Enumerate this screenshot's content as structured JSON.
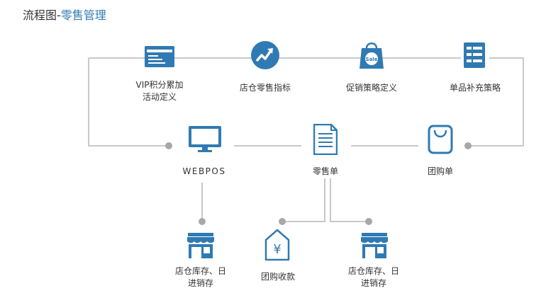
{
  "title": {
    "main": "流程图-",
    "accent": "零售管理"
  },
  "colors": {
    "line": "#c8c8c8",
    "dot": "#a8a8a8",
    "icon": "#2f7ab3",
    "accent": "#2f7ab3"
  },
  "nodes": {
    "vip": {
      "line1": "VIP积分累加",
      "line2": "活动定义",
      "icon": "card-icon"
    },
    "store_sales": {
      "label": "店仓零售指标",
      "icon": "trend-chart-icon"
    },
    "promo": {
      "label": "促销策略定义",
      "icon": "sale-bag-icon"
    },
    "replenish": {
      "label": "单品补充策略",
      "icon": "list-document-icon"
    },
    "webpos": {
      "label": "WEBPOS",
      "icon": "monitor-icon"
    },
    "retail_order": {
      "label": "零售单",
      "icon": "document-icon"
    },
    "group_order": {
      "label": "团购单",
      "icon": "shopping-bag-icon"
    },
    "inventory_a": {
      "line1": "店仓库存、日",
      "line2": "进销存",
      "icon": "store-icon"
    },
    "group_payment": {
      "label": "团购收款",
      "icon": "yuan-tag-icon"
    },
    "inventory_b": {
      "line1": "店仓库存、日",
      "line2": "进销存",
      "icon": "store-icon"
    }
  }
}
